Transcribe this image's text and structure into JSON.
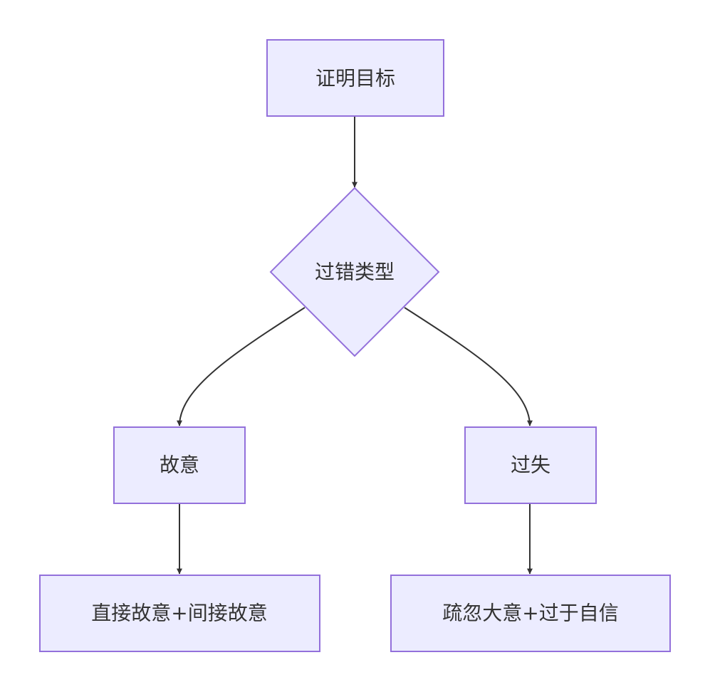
{
  "diagram": {
    "colors": {
      "node_fill": "#ECECFF",
      "node_stroke": "#9370DB",
      "edge": "#333333",
      "text": "#333333"
    },
    "nodes": {
      "goal": {
        "label": "证明目标",
        "shape": "rectangle"
      },
      "fault_type": {
        "label": "过错类型",
        "shape": "diamond"
      },
      "intent": {
        "label": "故意",
        "shape": "rectangle"
      },
      "negligence": {
        "label": "过失",
        "shape": "rectangle"
      },
      "intent_kinds": {
        "label": "直接故意+间接故意",
        "shape": "rectangle"
      },
      "negligence_kinds": {
        "label": "疏忽大意+过于自信",
        "shape": "rectangle"
      }
    },
    "edges": [
      {
        "from": "goal",
        "to": "fault_type"
      },
      {
        "from": "fault_type",
        "to": "intent"
      },
      {
        "from": "fault_type",
        "to": "negligence"
      },
      {
        "from": "intent",
        "to": "intent_kinds"
      },
      {
        "from": "negligence",
        "to": "negligence_kinds"
      }
    ]
  }
}
